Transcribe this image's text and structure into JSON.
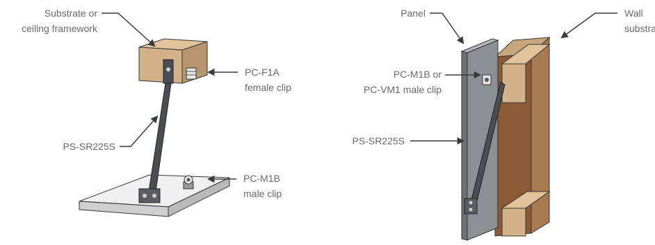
{
  "left_figure": {
    "labels": {
      "substrate_line1": "Substrate or",
      "substrate_line2": "ceiling framework",
      "female_clip_line1": "PC-F1A",
      "female_clip_line2": "female clip",
      "strap": "PS-SR225S",
      "male_clip_line1": "PC-M1B",
      "male_clip_line2": "male clip"
    }
  },
  "right_figure": {
    "labels": {
      "panel": "Panel",
      "wall_line1": "Wall",
      "wall_line2": "substrate",
      "male_clip_line1": "PC-M1B or",
      "male_clip_line2": "PC-VM1 male clip",
      "strap": "PS-SR225S"
    }
  },
  "colors": {
    "label_text": "#6a6a6a",
    "arrow": "#3a3a3a",
    "wood": "#d3b28a",
    "strap": "#4a4d52",
    "panel": "#8c8f94",
    "base_plate": "#dcdcdc"
  }
}
